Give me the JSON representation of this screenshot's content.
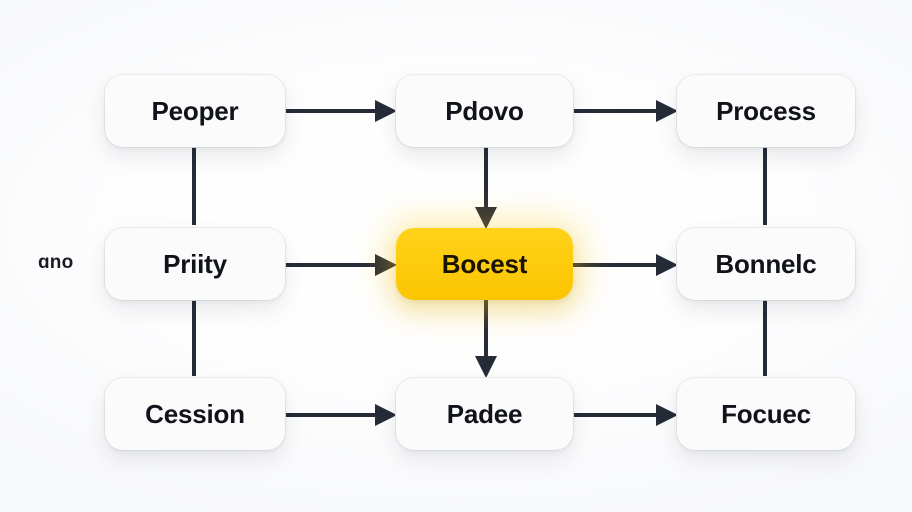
{
  "diagram": {
    "title": "Three-by-three flow diagram with highlighted center node",
    "accent_color": "#FFCE00",
    "node_color": "#FBFBFC",
    "text_color": "#11131A",
    "arrow_color": "#262B38",
    "background_color": "#FFFFFF",
    "side_note": "ɑno",
    "nodes": [
      {
        "id": "r1c1",
        "label": "Peoper",
        "highlight": false
      },
      {
        "id": "r1c2",
        "label": "Pdovo",
        "highlight": false
      },
      {
        "id": "r1c3",
        "label": "Process",
        "highlight": false
      },
      {
        "id": "r2c1",
        "label": "Priity",
        "highlight": false
      },
      {
        "id": "r2c2",
        "label": "Bocest",
        "highlight": true
      },
      {
        "id": "r2c3",
        "label": "Bonnelc",
        "highlight": false
      },
      {
        "id": "r3c1",
        "label": "Cession",
        "highlight": false
      },
      {
        "id": "r3c2",
        "label": "Padee",
        "highlight": false
      },
      {
        "id": "r3c3",
        "label": "Focuec",
        "highlight": false
      }
    ],
    "connectors": [
      {
        "from": "r1c1",
        "to": "r1c2",
        "direction": "right",
        "arrowhead": true
      },
      {
        "from": "r1c2",
        "to": "r1c3",
        "direction": "right",
        "arrowhead": true
      },
      {
        "from": "r2c1",
        "to": "r2c2",
        "direction": "right",
        "arrowhead": true
      },
      {
        "from": "r2c2",
        "to": "r2c3",
        "direction": "right",
        "arrowhead": true
      },
      {
        "from": "r3c1",
        "to": "r3c2",
        "direction": "right",
        "arrowhead": true
      },
      {
        "from": "r3c2",
        "to": "r3c3",
        "direction": "right",
        "arrowhead": true
      },
      {
        "from": "r1c1",
        "to": "r2c1",
        "direction": "down",
        "arrowhead": false
      },
      {
        "from": "r2c1",
        "to": "r3c1",
        "direction": "down",
        "arrowhead": false
      },
      {
        "from": "r1c2",
        "to": "r2c2",
        "direction": "down",
        "arrowhead": true
      },
      {
        "from": "r2c2",
        "to": "r3c2",
        "direction": "down",
        "arrowhead": true
      },
      {
        "from": "r1c3",
        "to": "r2c3",
        "direction": "down",
        "arrowhead": false
      },
      {
        "from": "r2c3",
        "to": "r3c3",
        "direction": "down",
        "arrowhead": false
      }
    ]
  }
}
